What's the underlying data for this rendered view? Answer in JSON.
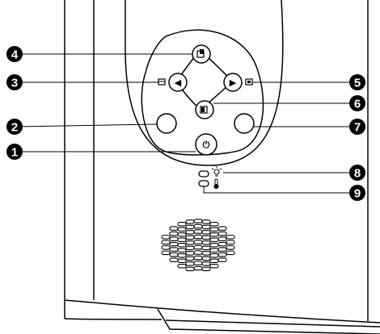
{
  "callouts": [
    {
      "id": "power",
      "number": "1"
    },
    {
      "id": "left-round",
      "number": "2"
    },
    {
      "id": "left",
      "number": "3"
    },
    {
      "id": "up",
      "number": "4"
    },
    {
      "id": "right",
      "number": "5"
    },
    {
      "id": "down",
      "number": "6"
    },
    {
      "id": "right-round",
      "number": "7"
    },
    {
      "id": "lamp-led",
      "number": "8"
    },
    {
      "id": "temp-led",
      "number": "9"
    }
  ],
  "buttons": {
    "power_glyph": "⏻",
    "left_glyph": "◀",
    "right_glyph": "▶"
  },
  "icons": {
    "lamp": "lamp-indicator-icon",
    "temperature": "thermometer-icon",
    "keystone_up": "keystone-up-icon",
    "keystone_down": "keystone-down-icon",
    "keystone_left": "keystone-left-icon",
    "keystone_right": "keystone-right-icon"
  },
  "colors": {
    "line": "#000000",
    "body": "#ffffff",
    "callout_fill": "#000000"
  }
}
